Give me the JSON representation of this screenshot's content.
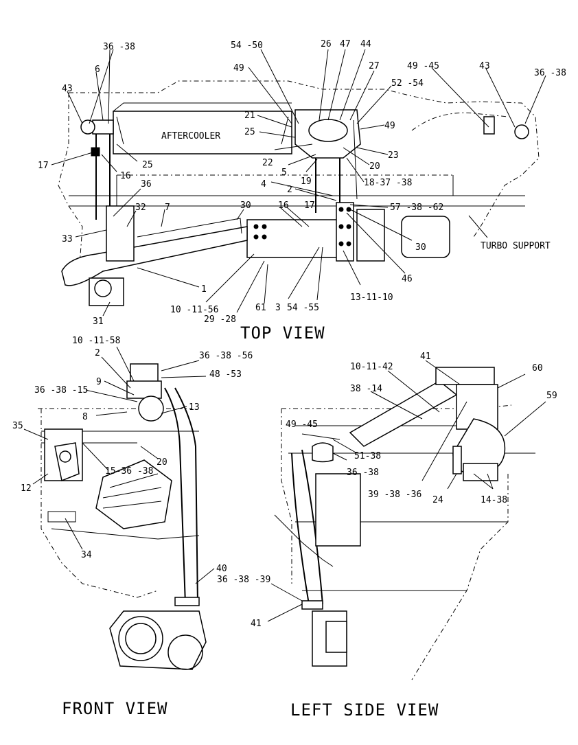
{
  "views": {
    "top": "TOP VIEW",
    "front": "FRONT VIEW",
    "left_side": "LEFT SIDE VIEW"
  },
  "component_labels": {
    "aftercooler": "AFTERCOOLER",
    "turbo_support": "TURBO SUPPORT"
  },
  "callouts": {
    "top": [
      "36 -38",
      "6",
      "43",
      "17",
      "16",
      "25",
      "36",
      "32",
      "33",
      "7",
      "30",
      "16",
      "17",
      "1",
      "31",
      "10 -11-56",
      "29 -28",
      "61",
      "3",
      "54 -55",
      "13-11-10",
      "54 -50",
      "49",
      "21",
      "25",
      "22",
      "5",
      "19",
      "4",
      "2",
      "26",
      "47",
      "44",
      "27",
      "52 -54",
      "49",
      "23",
      "20",
      "18-37 -38",
      "57 -38 -62",
      "30",
      "46",
      "49 -45",
      "43",
      "36 -38"
    ],
    "front": [
      "10 -11-58",
      "2",
      "9",
      "36 -38 -15",
      "8",
      "35",
      "12",
      "15-36 -38",
      "34",
      "36 -38 -56",
      "48 -53",
      "13",
      "20",
      "40",
      "36 -38 -39"
    ],
    "left_side": [
      "10-11-42",
      "41",
      "60",
      "38 -14",
      "59",
      "49 -45",
      "51-38",
      "36 -38",
      "39 -38 -36",
      "24",
      "14-38",
      "41"
    ]
  }
}
